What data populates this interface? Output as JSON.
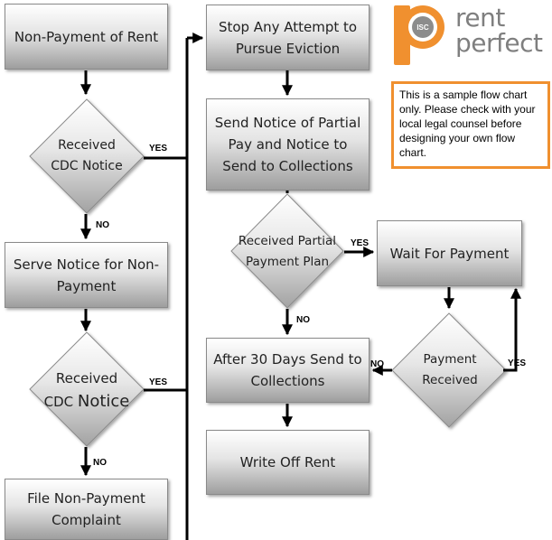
{
  "logo": {
    "mark": "ISC",
    "line1": "rent",
    "line2": "perfect"
  },
  "note": "This is a sample flow chart only.  Please check with your local legal counsel before designing your own flow chart.",
  "boxes": {
    "nonpayment": "Non-Payment of Rent",
    "serve_notice": "Serve Notice for Non-Payment",
    "file_complaint": "File Non-Payment Complaint",
    "stop_eviction": "Stop Any Attempt to Pursue Eviction",
    "send_notice": "Send Notice of Partial Pay and Notice to Send to  Collections",
    "wait_payment": "Wait For Payment",
    "after30": "After 30 Days Send to Collections",
    "writeoff": "Write Off Rent"
  },
  "decisions": {
    "cdc1": "Received CDC Notice",
    "cdc2_line1": "Received",
    "cdc2_line2a": "CDC ",
    "cdc2_line2b": "Notice",
    "partial": "Received Partial Payment Plan",
    "payment_received": "Payment Received"
  },
  "edge_labels": {
    "yes": "YES",
    "no": "NO"
  },
  "colors": {
    "accent": "#f0902f",
    "logo_gray": "#7f7f7f",
    "line": "#000000"
  }
}
